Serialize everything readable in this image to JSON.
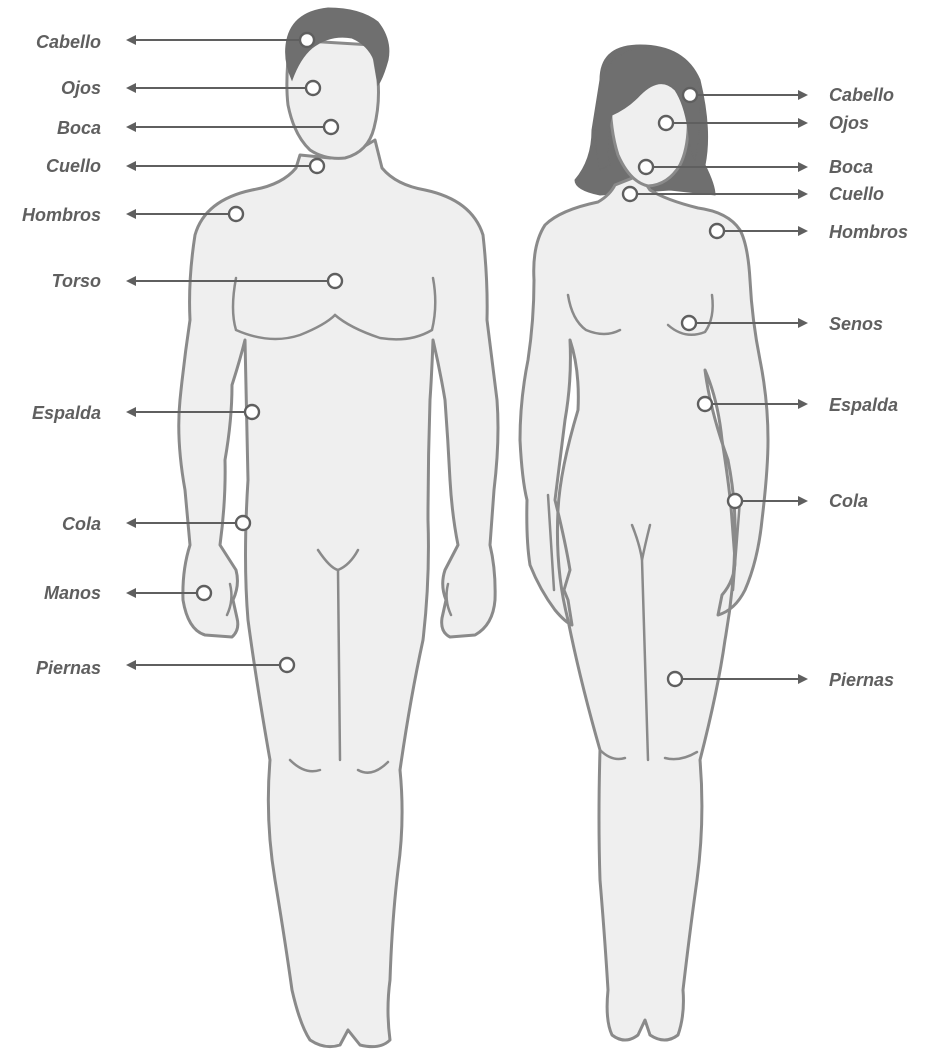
{
  "diagram": {
    "colors": {
      "body_fill": "#efefef",
      "body_outline": "#8a8a8a",
      "hair": "#6f6f6f",
      "label_text": "#5f5f5f",
      "arrow": "#5f5f5f"
    },
    "male": {
      "labels": [
        {
          "id": "cabello",
          "text": "Cabello"
        },
        {
          "id": "ojos",
          "text": "Ojos"
        },
        {
          "id": "boca",
          "text": "Boca"
        },
        {
          "id": "cuello",
          "text": "Cuello"
        },
        {
          "id": "hombros",
          "text": "Hombros"
        },
        {
          "id": "torso",
          "text": "Torso"
        },
        {
          "id": "espalda",
          "text": "Espalda"
        },
        {
          "id": "cola",
          "text": "Cola"
        },
        {
          "id": "manos",
          "text": "Manos"
        },
        {
          "id": "piernas",
          "text": "Piernas"
        }
      ]
    },
    "female": {
      "labels": [
        {
          "id": "cabello",
          "text": "Cabello"
        },
        {
          "id": "ojos",
          "text": "Ojos"
        },
        {
          "id": "boca",
          "text": "Boca"
        },
        {
          "id": "cuello",
          "text": "Cuello"
        },
        {
          "id": "hombros",
          "text": "Hombros"
        },
        {
          "id": "senos",
          "text": "Senos"
        },
        {
          "id": "espalda",
          "text": "Espalda"
        },
        {
          "id": "cola",
          "text": "Cola"
        },
        {
          "id": "piernas",
          "text": "Piernas"
        }
      ]
    }
  }
}
